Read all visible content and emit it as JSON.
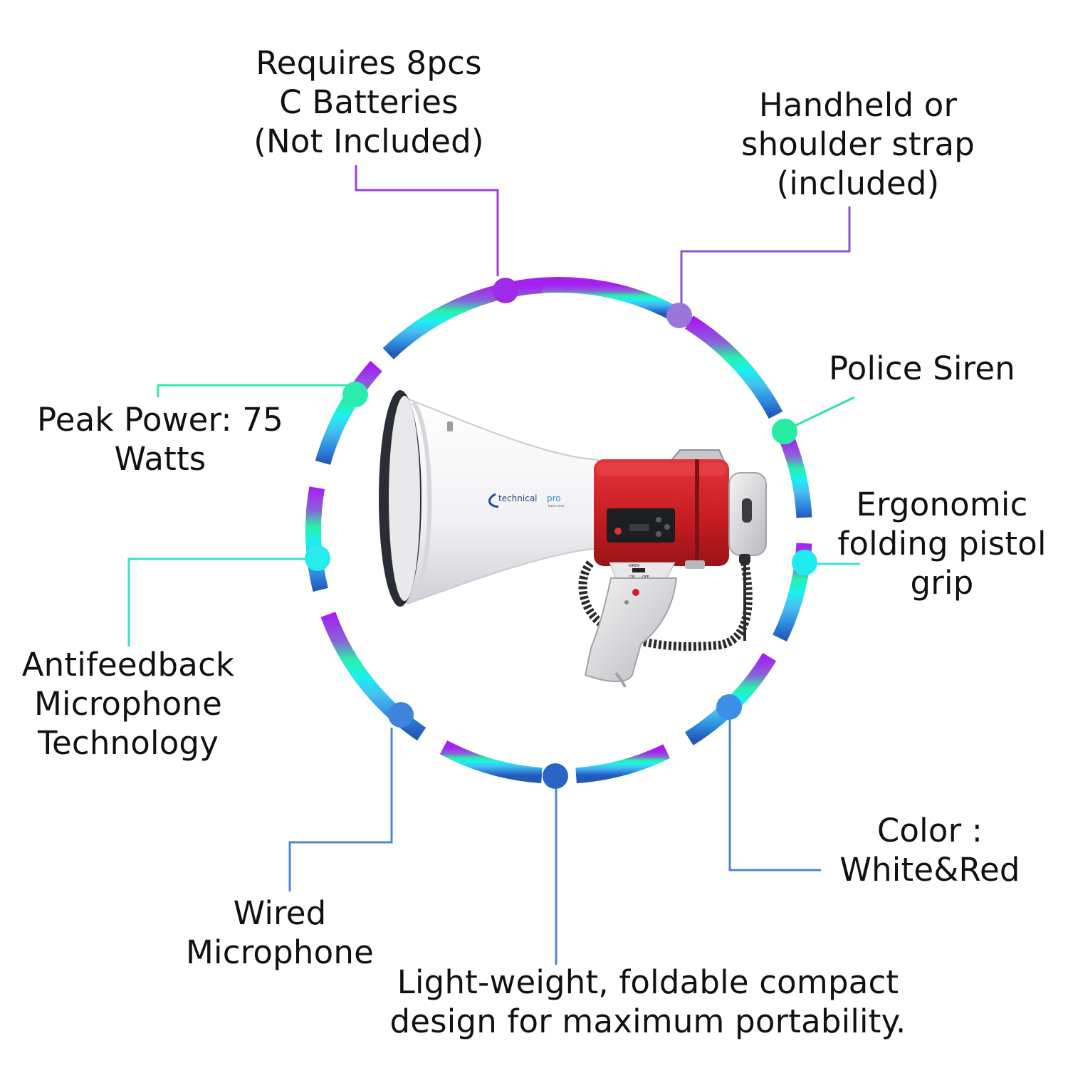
{
  "features": {
    "batteries": [
      "Requires 8pcs",
      "C Batteries",
      "(Not Included)"
    ],
    "strap": [
      "Handheld or",
      "shoulder strap",
      "(included)"
    ],
    "siren": [
      "Police Siren"
    ],
    "grip": [
      "Ergonomic",
      "folding pistol",
      "grip"
    ],
    "color": [
      "Color :",
      "White&Red"
    ],
    "portable": [
      "Light-weight, foldable compact",
      "design for maximum portability."
    ],
    "wired_mic": [
      "Wired",
      "Microphone"
    ],
    "antifeedback": [
      "Antifeedback",
      "Microphone",
      "Technology"
    ],
    "peak_power": [
      "Peak Power: 75",
      "Watts"
    ]
  },
  "product": {
    "brand": "technical",
    "brand_suffix": "pro",
    "brand_url": "tpro.com",
    "switch_label": "SIREN",
    "switch_on": "ON",
    "switch_off": "OFF"
  },
  "colors": {
    "purple": "#a226e8",
    "violet": "#9f6ad8",
    "mint": "#24f0a8",
    "cyan": "#1ee8f0",
    "sky": "#45b8ee",
    "blue": "#2860c0",
    "megaphone_red": "#d11f26",
    "megaphone_white": "#f4f4f6"
  }
}
